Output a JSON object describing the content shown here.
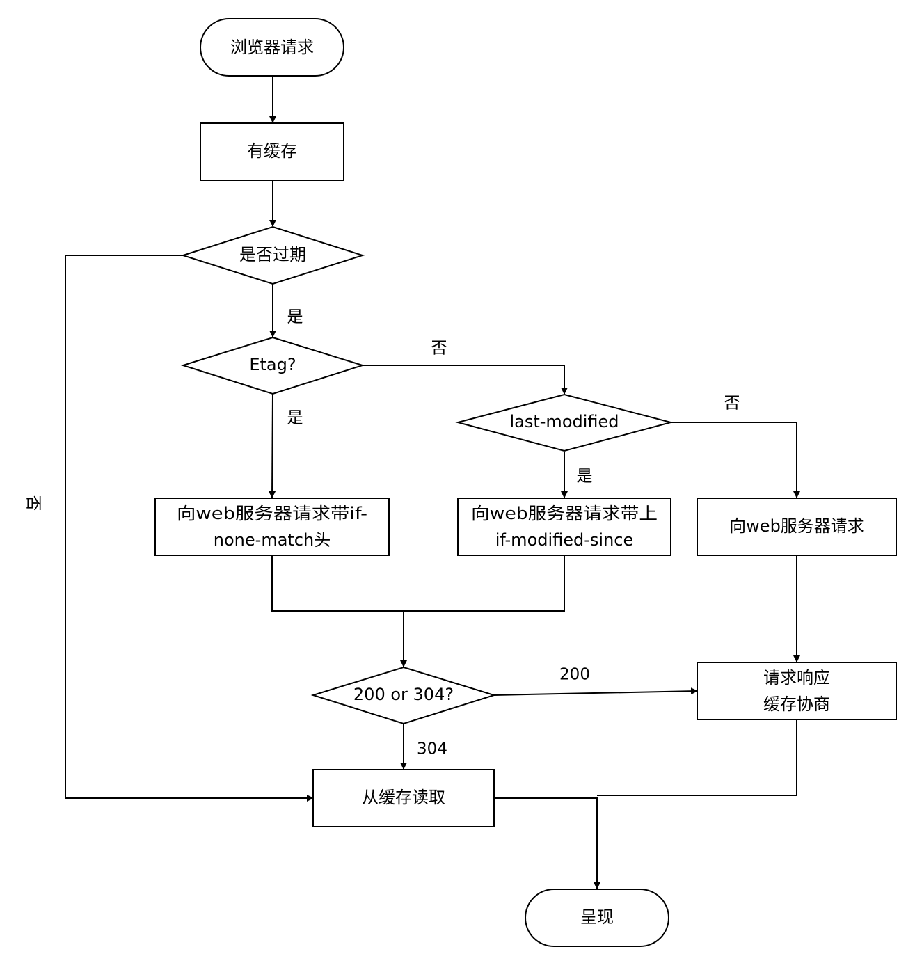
{
  "nodes": {
    "start": "浏览器请求",
    "has_cache": "有缓存",
    "expired": "是否过期",
    "etag": "Etag?",
    "last_modified": "last-modified",
    "req_none_match_1": "向web服务器请求带if-",
    "req_none_match_2": "none-match头",
    "req_modified_since_1": "向web服务器请求带上",
    "req_modified_since_2": "if-modified-since",
    "req_plain": "向web服务器请求",
    "status_check": "200 or 304?",
    "response_1": "请求响应",
    "response_2": "缓存协商",
    "read_cache": "从缓存读取",
    "render": "呈现"
  },
  "edge_labels": {
    "expired_no": "否",
    "expired_yes": "是",
    "etag_no": "否",
    "etag_yes": "是",
    "lm_no": "否",
    "lm_yes": "是",
    "status_200": "200",
    "status_304": "304"
  }
}
